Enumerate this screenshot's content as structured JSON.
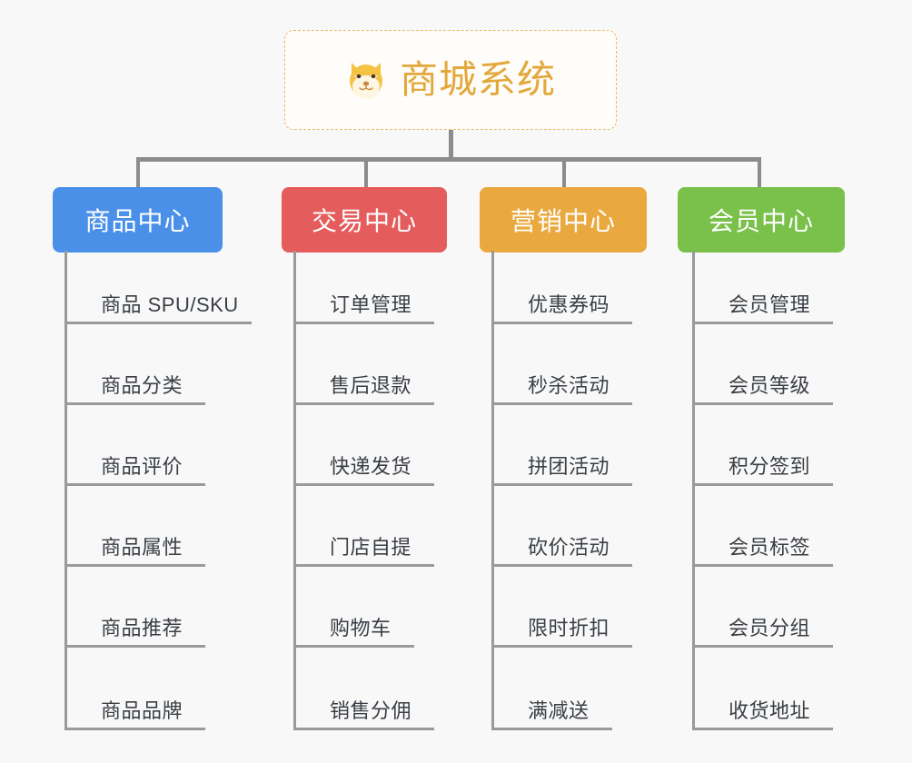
{
  "background_color": "#f8f8f8",
  "connector_color": "#8c8c8c",
  "root": {
    "title": "商城系统",
    "icon": "shiba-dog-face-icon",
    "title_color": "#e3a83c",
    "border_color": "#e8b96a",
    "background_color": "#fffdf9"
  },
  "branches": [
    {
      "label": "商品中心",
      "color": "#4a90e8",
      "items": [
        "商品 SPU/SKU",
        "商品分类",
        "商品评价",
        "商品属性",
        "商品推荐",
        "商品品牌"
      ]
    },
    {
      "label": "交易中心",
      "color": "#e45c5c",
      "items": [
        "订单管理",
        "售后退款",
        "快递发货",
        "门店自提",
        "购物车",
        "销售分佣"
      ]
    },
    {
      "label": "营销中心",
      "color": "#eaa93f",
      "items": [
        "优惠券码",
        "秒杀活动",
        "拼团活动",
        "砍价活动",
        "限时折扣",
        "满减送"
      ]
    },
    {
      "label": "会员中心",
      "color": "#79c14a",
      "items": [
        "会员管理",
        "会员等级",
        "积分签到",
        "会员标签",
        "会员分组",
        "收货地址"
      ]
    }
  ]
}
